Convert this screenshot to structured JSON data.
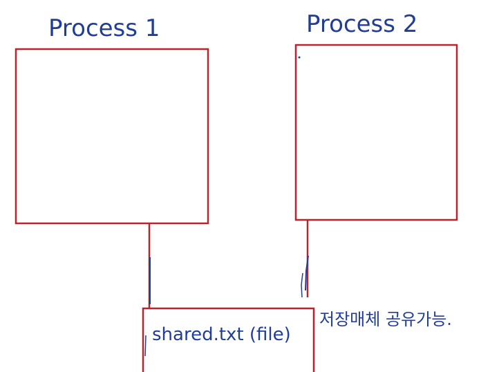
{
  "diagram": {
    "process1": {
      "label": "Process 1"
    },
    "process2": {
      "label": "Process 2"
    },
    "file": {
      "label": "shared.txt (file)"
    },
    "note": "저장매체 공유가능."
  },
  "colors": {
    "box_stroke": "#b7242a",
    "ink": "#1f3d99",
    "background": "#ffffff"
  }
}
